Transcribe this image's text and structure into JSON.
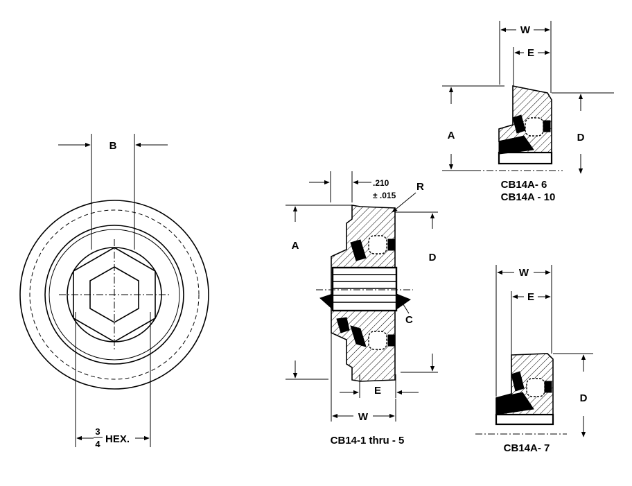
{
  "labels": {
    "front_b": "B",
    "front_hex_num": "3",
    "front_hex_den": "4",
    "front_hex_text": "HEX.",
    "main_dim_top": ".210",
    "main_dim_tol": "± .015",
    "main_r": "R",
    "main_a": "A",
    "main_d": "D",
    "main_c": "C",
    "main_e": "E",
    "main_w": "W",
    "main_caption": "CB14-1 thru - 5",
    "tr_w": "W",
    "tr_e": "E",
    "tr_a": "A",
    "tr_d": "D",
    "tr_caption1": "CB14A- 6",
    "tr_caption2": "CB14A - 10",
    "br_w": "W",
    "br_e": "E",
    "br_d": "D",
    "br_caption": "CB14A- 7"
  }
}
